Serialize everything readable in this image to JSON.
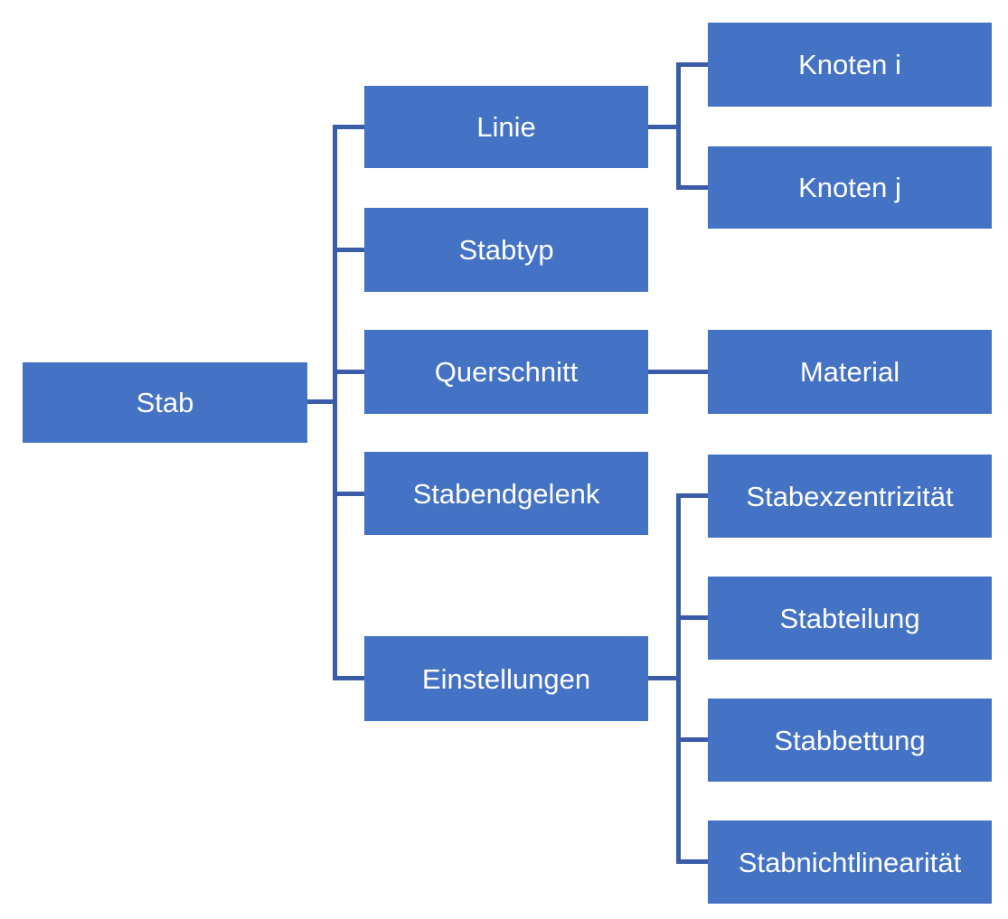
{
  "diagram": {
    "type": "hierarchy-tree",
    "direction": "left-to-right",
    "colors": {
      "node_fill": "#4472C4",
      "node_text": "#FFFFFF",
      "connector": "#3A5CA8",
      "background": "#FFFFFF"
    },
    "nodes": {
      "stab": {
        "label": "Stab"
      },
      "linie": {
        "label": "Linie"
      },
      "stabtyp": {
        "label": "Stabtyp"
      },
      "querschnitt": {
        "label": "Querschnitt"
      },
      "stabendgelenk": {
        "label": "Stabendgelenk"
      },
      "einstellungen": {
        "label": "Einstellungen"
      },
      "knoten_i": {
        "label": "Knoten i"
      },
      "knoten_j": {
        "label": "Knoten j"
      },
      "material": {
        "label": "Material"
      },
      "stabexzentrizitaet": {
        "label": "Stabexzentrizität"
      },
      "stabteilung": {
        "label": "Stabteilung"
      },
      "stabbettung": {
        "label": "Stabbettung"
      },
      "stabnichtlinearitaet": {
        "label": "Stabnichtlinearität"
      }
    },
    "edges": [
      {
        "from": "Stab",
        "to": "Linie"
      },
      {
        "from": "Stab",
        "to": "Stabtyp"
      },
      {
        "from": "Stab",
        "to": "Querschnitt"
      },
      {
        "from": "Stab",
        "to": "Stabendgelenk"
      },
      {
        "from": "Stab",
        "to": "Einstellungen"
      },
      {
        "from": "Linie",
        "to": "Knoten i"
      },
      {
        "from": "Linie",
        "to": "Knoten j"
      },
      {
        "from": "Querschnitt",
        "to": "Material"
      },
      {
        "from": "Einstellungen",
        "to": "Stabexzentrizität"
      },
      {
        "from": "Einstellungen",
        "to": "Stabteilung"
      },
      {
        "from": "Einstellungen",
        "to": "Stabbettung"
      },
      {
        "from": "Einstellungen",
        "to": "Stabnichtlinearität"
      }
    ]
  }
}
